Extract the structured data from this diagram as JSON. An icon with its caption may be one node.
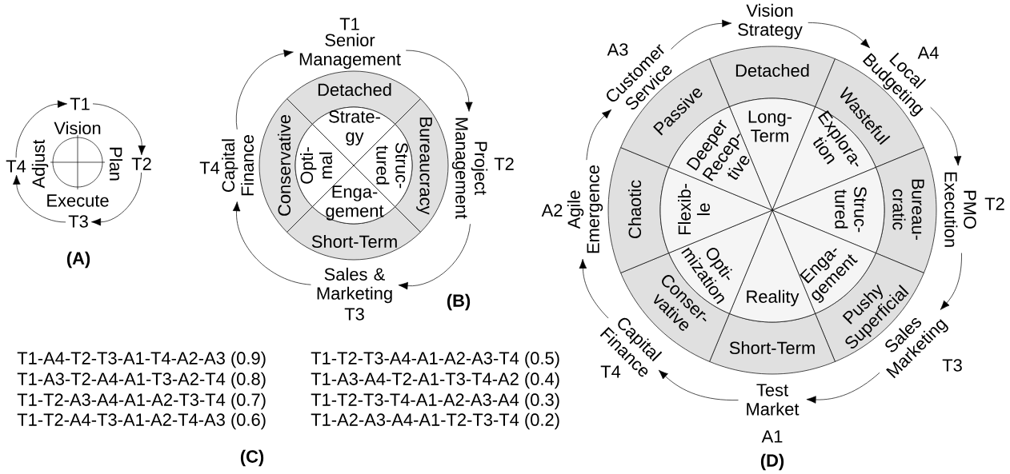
{
  "diagram": {
    "nodes": [
      {
        "text": [
          "T1"
        ]
      },
      {
        "text": [
          "T2"
        ]
      },
      {
        "text": [
          "T3"
        ]
      },
      {
        "text": [
          "T4"
        ]
      },
      {
        "text": [
          "T1",
          "Senior Management"
        ]
      },
      {
        "text": [
          "Project Management",
          "T2"
        ]
      },
      {
        "text": [
          "Sales & Marketing",
          "T3"
        ]
      },
      {
        "text": [
          "T4",
          "Capital Finance"
        ]
      },
      {
        "text": [
          "Detached"
        ]
      },
      {
        "text": [
          "Bureaucracy"
        ]
      },
      {
        "text": [
          "Short-Term"
        ]
      },
      {
        "text": [
          "Conservative"
        ]
      },
      {
        "text": [
          "Strate- gy"
        ]
      },
      {
        "text": [
          "Struc- tured"
        ]
      },
      {
        "text": [
          "Enga- gement"
        ]
      },
      {
        "text": [
          "Opti- mal"
        ]
      },
      {
        "text": [
          "Vision Strategy"
        ]
      },
      {
        "text": [
          "A4",
          "Local Budgeting"
        ]
      },
      {
        "text": [
          "PMO Execution",
          "T2"
        ]
      },
      {
        "text": [
          "Sales Marketing",
          "T3"
        ]
      },
      {
        "text": [
          "Test Market",
          "A1"
        ]
      },
      {
        "text": [
          "Capital Finance",
          "T4"
        ]
      },
      {
        "text": [
          "A2",
          "Agile Emergence"
        ]
      },
      {
        "text": [
          "A3",
          "Customer Service"
        ]
      },
      {
        "text": [
          "Detached"
        ]
      },
      {
        "text": [
          "Wasteful"
        ]
      },
      {
        "text": [
          "Bureau- cratic"
        ]
      },
      {
        "text": [
          "Pushy Superficial"
        ]
      },
      {
        "text": [
          "Short-Term"
        ]
      },
      {
        "text": [
          "Conser- vative"
        ]
      },
      {
        "text": [
          "Chaotic"
        ]
      },
      {
        "text": [
          "Passive"
        ]
      },
      {
        "text": [
          "Long- Term"
        ]
      },
      {
        "text": [
          "Explora- tion"
        ]
      },
      {
        "text": [
          "Struc- tured"
        ]
      },
      {
        "text": [
          "Enga- gement"
        ]
      },
      {
        "text": [
          "Reality"
        ]
      },
      {
        "text": [
          "Opti- mization"
        ]
      },
      {
        "text": [
          "Flexib- le"
        ]
      },
      {
        "text": [
          "Deeper Recep- tive"
        ]
      }
    ],
    "edges": [
      {
        "from": 0,
        "to": 1,
        "arrow": "to"
      },
      {
        "from": 1,
        "to": 2,
        "arrow": "to"
      },
      {
        "from": 2,
        "to": 3,
        "arrow": "to"
      },
      {
        "from": 3,
        "to": 0,
        "arrow": "to"
      },
      {
        "from": 4,
        "to": 5,
        "arrow": "to"
      },
      {
        "from": 5,
        "to": 6,
        "arrow": "to"
      },
      {
        "from": 6,
        "to": 7,
        "arrow": "to"
      },
      {
        "from": 7,
        "to": 4,
        "arrow": "to"
      },
      {
        "from": 16,
        "to": 17,
        "arrow": "to"
      },
      {
        "from": 17,
        "to": 18,
        "arrow": "to"
      },
      {
        "from": 18,
        "to": 19,
        "arrow": "to"
      },
      {
        "from": 19,
        "to": 20,
        "arrow": "to"
      },
      {
        "from": 20,
        "to": 21,
        "arrow": "to"
      },
      {
        "from": 21,
        "to": 22,
        "arrow": "to"
      },
      {
        "from": 22,
        "to": 23,
        "arrow": "to"
      },
      {
        "from": 23,
        "to": 16,
        "arrow": "to"
      }
    ],
    "labels": [
      "Vision",
      "Plan",
      "Execute",
      "Adjust",
      "(A)",
      "(B)",
      "T1-A4-T2-T3-A1-T4-A2-A3 (0.9)",
      "T1-T2-T3-A4-A1-A2-A3-T4 (0.5)",
      "T1-A3-T2-A4-A1-T3-A2-T4 (0.8)",
      "T1-A3-A4-T2-A1-T3-T4-A2 (0.4)",
      "T1-T2-A3-A4-A1-A2-T3-T4 (0.7)",
      "T1-T2-T3-T4-A1-A2-A3-A4 (0.3)",
      "T1-T2-A4-T3-A1-A2-T4-A3 (0.6)",
      "T1-A2-A3-A4-A1-T2-T3-T4 (0.2)",
      "(C)",
      "(D)"
    ]
  }
}
